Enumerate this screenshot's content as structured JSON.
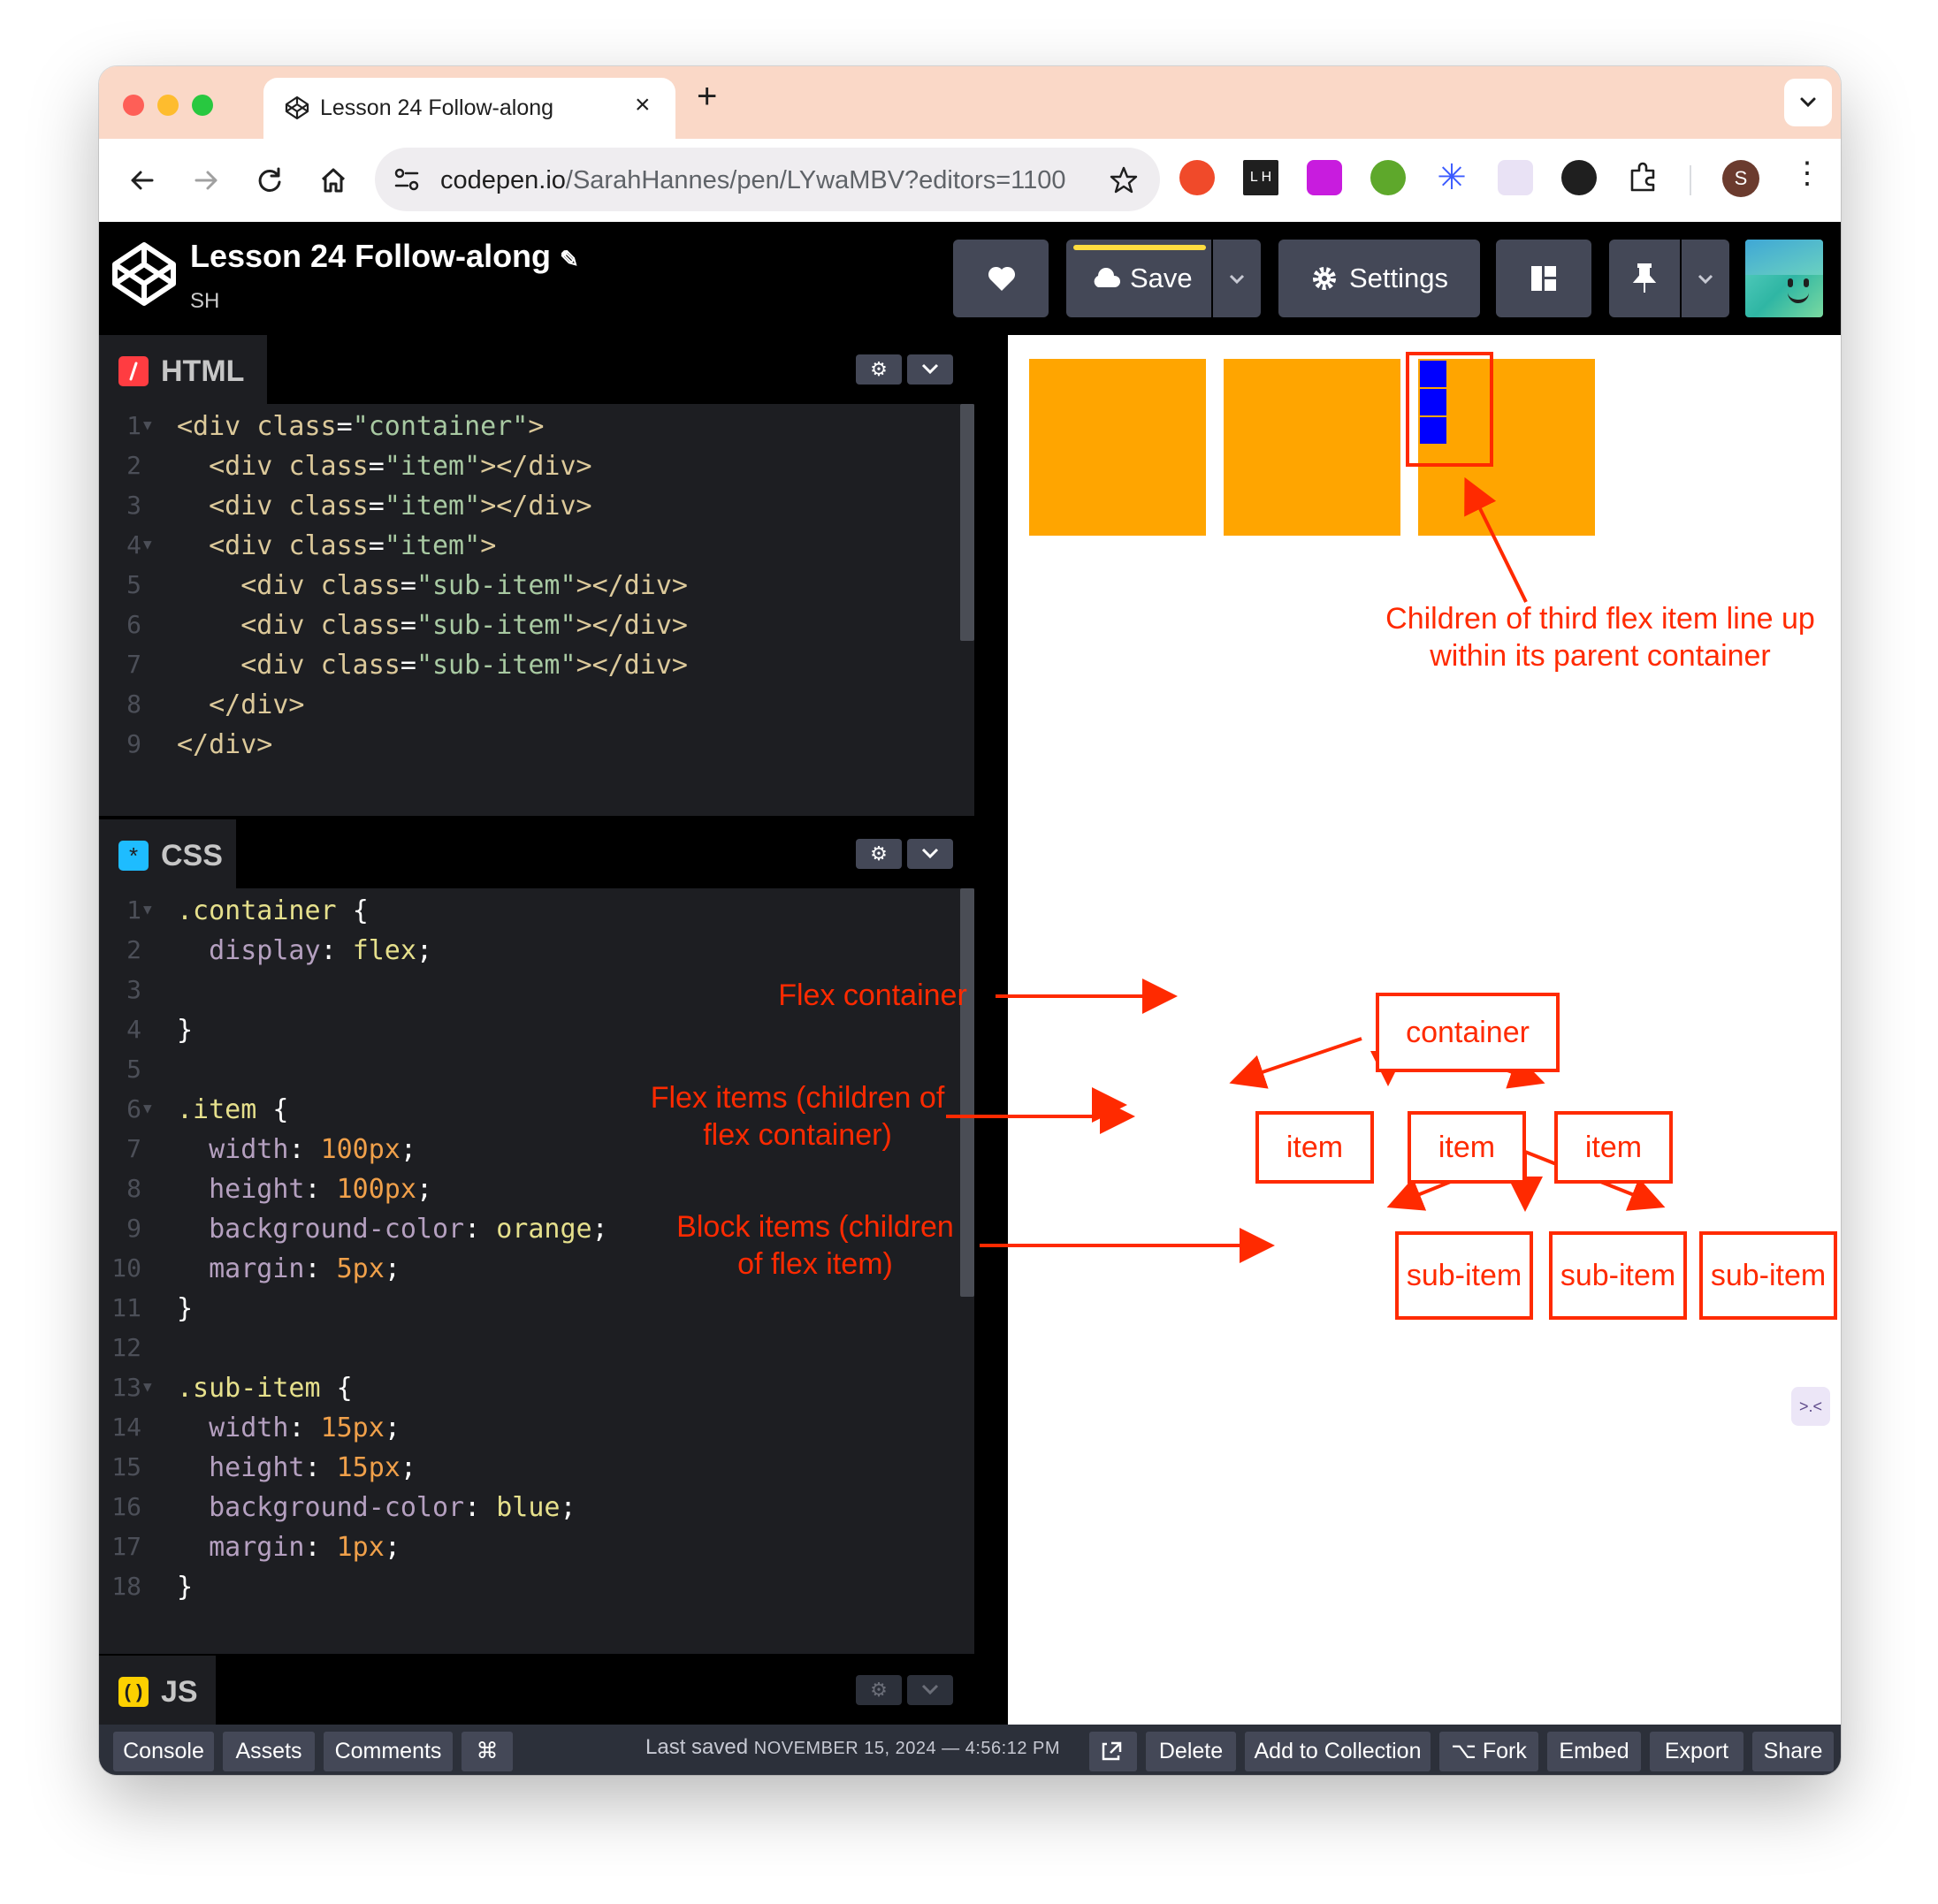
{
  "browser": {
    "tab_title": "Lesson 24 Follow-along",
    "url_host": "codepen.io",
    "url_path": "/SarahHannes/pen/LYwaMBV?editors=1100",
    "profile_initial": "S"
  },
  "codepen": {
    "title": "Lesson 24 Follow-along",
    "user": "SH",
    "buttons": {
      "save": "Save",
      "settings": "Settings"
    }
  },
  "editors": {
    "html": {
      "name": "HTML",
      "lines": [
        {
          "n": "1",
          "fold": true
        },
        {
          "n": "2"
        },
        {
          "n": "3"
        },
        {
          "n": "4",
          "fold": true
        },
        {
          "n": "5"
        },
        {
          "n": "6"
        },
        {
          "n": "7"
        },
        {
          "n": "8"
        },
        {
          "n": "9"
        }
      ]
    },
    "css": {
      "name": "CSS",
      "lines": [
        {
          "n": "1",
          "fold": true
        },
        {
          "n": "2"
        },
        {
          "n": "3"
        },
        {
          "n": "4"
        },
        {
          "n": "5"
        },
        {
          "n": "6",
          "fold": true
        },
        {
          "n": "7"
        },
        {
          "n": "8"
        },
        {
          "n": "9"
        },
        {
          "n": "10"
        },
        {
          "n": "11"
        },
        {
          "n": "12"
        },
        {
          "n": "13",
          "fold": true
        },
        {
          "n": "14"
        },
        {
          "n": "15"
        },
        {
          "n": "16"
        },
        {
          "n": "17"
        },
        {
          "n": "18"
        }
      ]
    },
    "js": {
      "name": "JS"
    }
  },
  "annotations": {
    "children_note_1": "Children of third flex item line up",
    "children_note_2": "within its parent container",
    "flex_container": "Flex container",
    "flex_items_1": "Flex items (children of",
    "flex_items_2": "flex container)",
    "block_items_1": "Block items (children",
    "block_items_2": "of flex item)",
    "tree": {
      "container": "container",
      "item": "item",
      "sub_item": "sub-item"
    }
  },
  "footer": {
    "console": "Console",
    "assets": "Assets",
    "comments": "Comments",
    "shortcut": "⌘",
    "last_saved_label": "Last saved",
    "last_saved_value": "NOVEMBER 15, 2024 — 4:56:12 PM",
    "delete": "Delete",
    "add_to_collection": "Add to Collection",
    "fork": "Fork",
    "embed": "Embed",
    "export": "Export",
    "share": "Share"
  },
  "colors": {
    "annotation_red": "#ff2a00",
    "item_orange": "#ffa500",
    "sub_item_blue": "#0000ff",
    "tab_strip": "#fad8c7"
  }
}
